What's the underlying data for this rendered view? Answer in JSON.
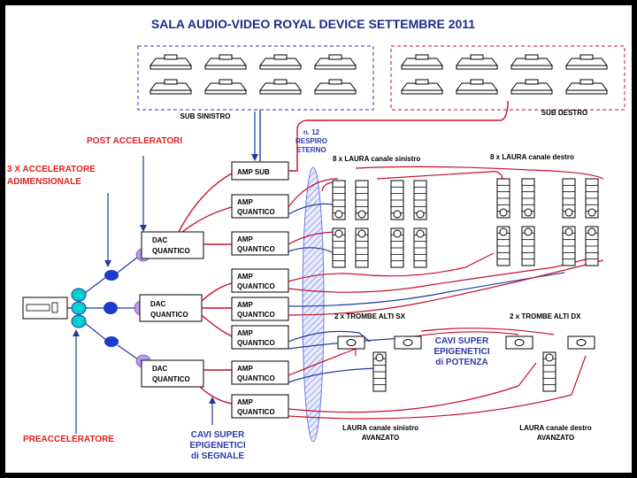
{
  "title": "SALA AUDIO-VIDEO ROYAL DEVICE SETTEMBRE 2011",
  "labels": {
    "sub_left": "SUB SINISTRO",
    "sub_right": "SUB DESTRO",
    "post_acc": "POST ACCELERATORI",
    "acc_line1": "3 X ACCELERATORE",
    "acc_line2": "ADIMENSIONALE",
    "preacc": "PREACCELERATORE",
    "respiro_line1": "n. 12",
    "respiro_line2": "RESPIRO",
    "respiro_line3": "ETERNO",
    "laura_left": "8 x LAURA canale sinistro",
    "laura_right": "8 x LAURA canale destro",
    "trombe_sx": "2 x TROMBE ALTI SX",
    "trombe_dx": "2 x TROMBE ALTI DX",
    "cavi_potenza_line1": "CAVI SUPER",
    "cavi_potenza_line2": "EPIGENETICI",
    "cavi_potenza_line3": "di POTENZA",
    "cavi_segnale_line1": "CAVI SUPER",
    "cavi_segnale_line2": "EPIGENETICI",
    "cavi_segnale_line3": "di SEGNALE",
    "laura_left_adv_line1": "LAURA canale sinistro",
    "laura_left_adv_line2": "AVANZATO",
    "laura_right_adv_line1": "LAURA canale destro",
    "laura_right_adv_line2": "AVANZATO"
  },
  "amps": {
    "sub": "AMP SUB",
    "quantico_line1": "AMP",
    "quantico_line2": "QUANTICO"
  },
  "dacs": {
    "line1": "DAC",
    "line2": "QUANTICO"
  },
  "colors": {
    "title": "#1f2a8c",
    "red_label": "#e02020",
    "blue_label": "#2a3aa8",
    "cable_red": "#c8102e",
    "cable_blue": "#1e3aa0",
    "accelerator_blue": "#1a3cc8",
    "post_violet": "#b89ae8",
    "pre_cyan": "#00d0d0"
  }
}
